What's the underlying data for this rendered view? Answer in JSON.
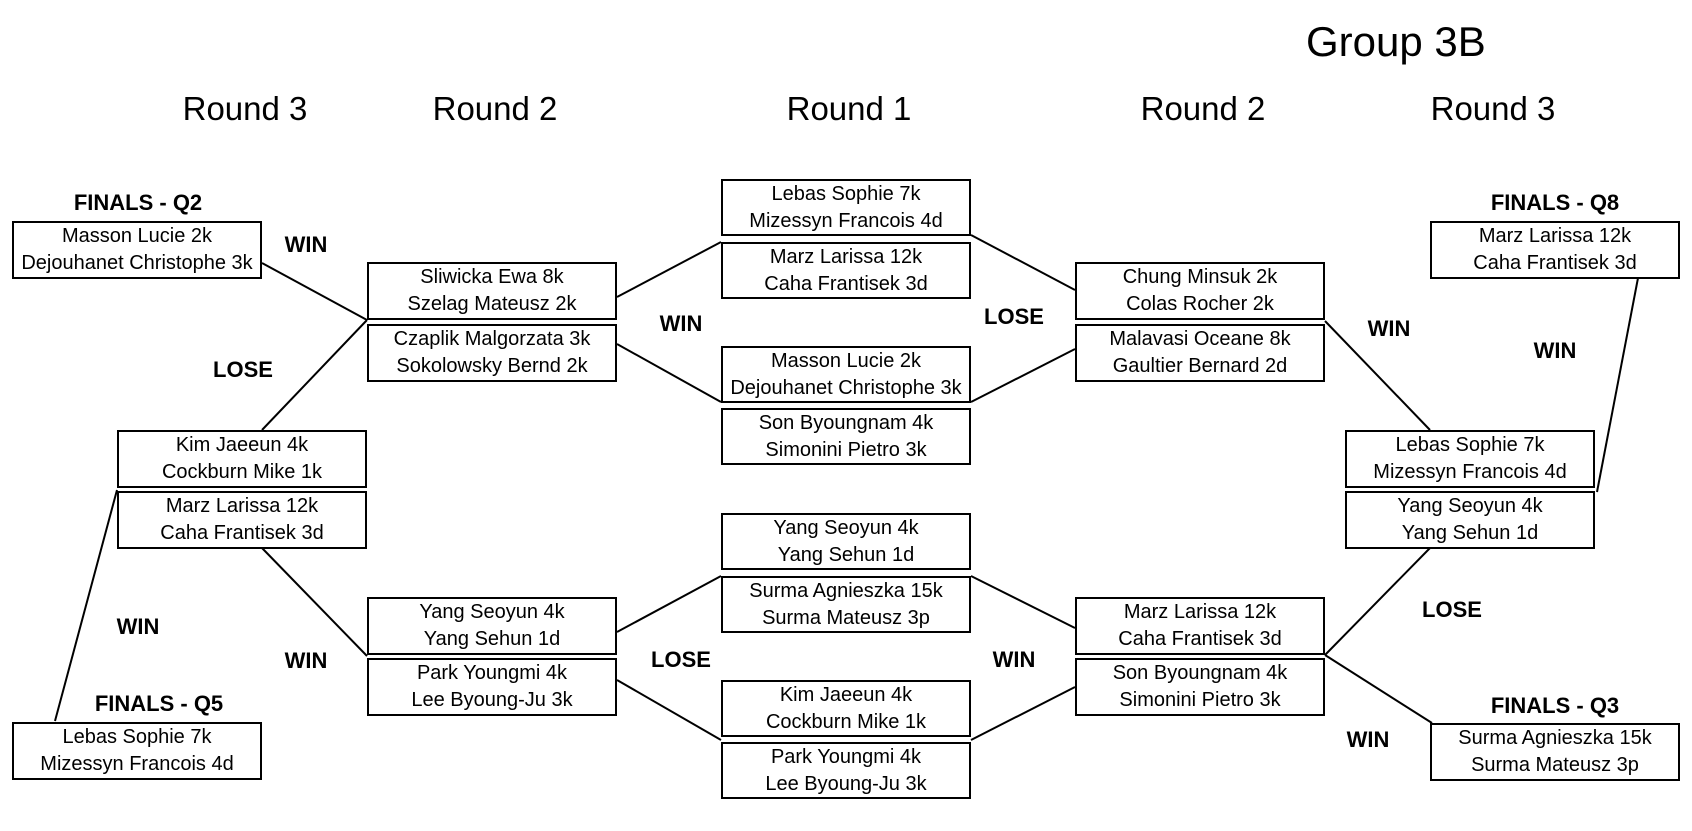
{
  "title": "Group 3B",
  "rounds": {
    "left_r3": "Round 3",
    "left_r2": "Round 2",
    "center_r1": "Round 1",
    "right_r2": "Round 2",
    "right_r3": "Round 3"
  },
  "finals": {
    "q2": "FINALS - Q2",
    "q5": "FINALS - Q5",
    "q8": "FINALS - Q8",
    "q3": "FINALS - Q3"
  },
  "labels": {
    "l_top_win": "WIN",
    "l_lose": "LOSE",
    "l_bottom_win_left": "WIN",
    "l_bottom_win": "WIN",
    "r1_top_win": "WIN",
    "r1_top_lose": "LOSE",
    "r1_bottom_lose": "LOSE",
    "r1_bottom_win": "WIN",
    "r_top_win": "WIN",
    "r_top_win2": "WIN",
    "r_lose": "LOSE",
    "r_bottom_win": "WIN"
  },
  "boxes": {
    "q2": [
      "Masson Lucie 2k",
      "Dejouhanet Christophe 3k"
    ],
    "q5": [
      "Lebas Sophie 7k",
      "Mizessyn Francois 4d"
    ],
    "q8": [
      "Marz Larissa 12k",
      "Caha Frantisek 3d"
    ],
    "q3": [
      "Surma Agnieszka 15k",
      "Surma Mateusz 3p"
    ],
    "l3a": [
      "Kim Jaeeun 4k",
      "Cockburn Mike 1k"
    ],
    "l3b": [
      "Marz Larissa 12k",
      "Caha Frantisek 3d"
    ],
    "l2a": [
      "Sliwicka Ewa 8k",
      "Szelag Mateusz 2k"
    ],
    "l2b": [
      "Czaplik Malgorzata 3k",
      "Sokolowsky Bernd 2k"
    ],
    "l2c": [
      "Yang Seoyun 4k",
      "Yang Sehun 1d"
    ],
    "l2d": [
      "Park Youngmi 4k",
      "Lee Byoung-Ju 3k"
    ],
    "c1a": [
      "Lebas Sophie 7k",
      "Mizessyn Francois 4d"
    ],
    "c1b": [
      "Marz Larissa 12k",
      "Caha Frantisek 3d"
    ],
    "c1c": [
      "Masson Lucie 2k",
      "Dejouhanet Christophe 3k"
    ],
    "c1d": [
      "Son Byoungnam 4k",
      "Simonini Pietro 3k"
    ],
    "c1e": [
      "Yang Seoyun 4k",
      "Yang Sehun 1d"
    ],
    "c1f": [
      "Surma Agnieszka 15k",
      "Surma Mateusz 3p"
    ],
    "c1g": [
      "Kim Jaeeun 4k",
      "Cockburn Mike 1k"
    ],
    "c1h": [
      "Park Youngmi 4k",
      "Lee Byoung-Ju 3k"
    ],
    "r2a": [
      "Chung Minsuk 2k",
      "Colas Rocher 2k"
    ],
    "r2b": [
      "Malavasi Oceane 8k",
      "Gaultier Bernard 2d"
    ],
    "r2c": [
      "Marz Larissa 12k",
      "Caha Frantisek 3d"
    ],
    "r2d": [
      "Son Byoungnam 4k",
      "Simonini Pietro 3k"
    ],
    "r3a": [
      "Lebas Sophie 7k",
      "Mizessyn Francois 4d"
    ],
    "r3b": [
      "Yang Seoyun 4k",
      "Yang Sehun 1d"
    ]
  }
}
